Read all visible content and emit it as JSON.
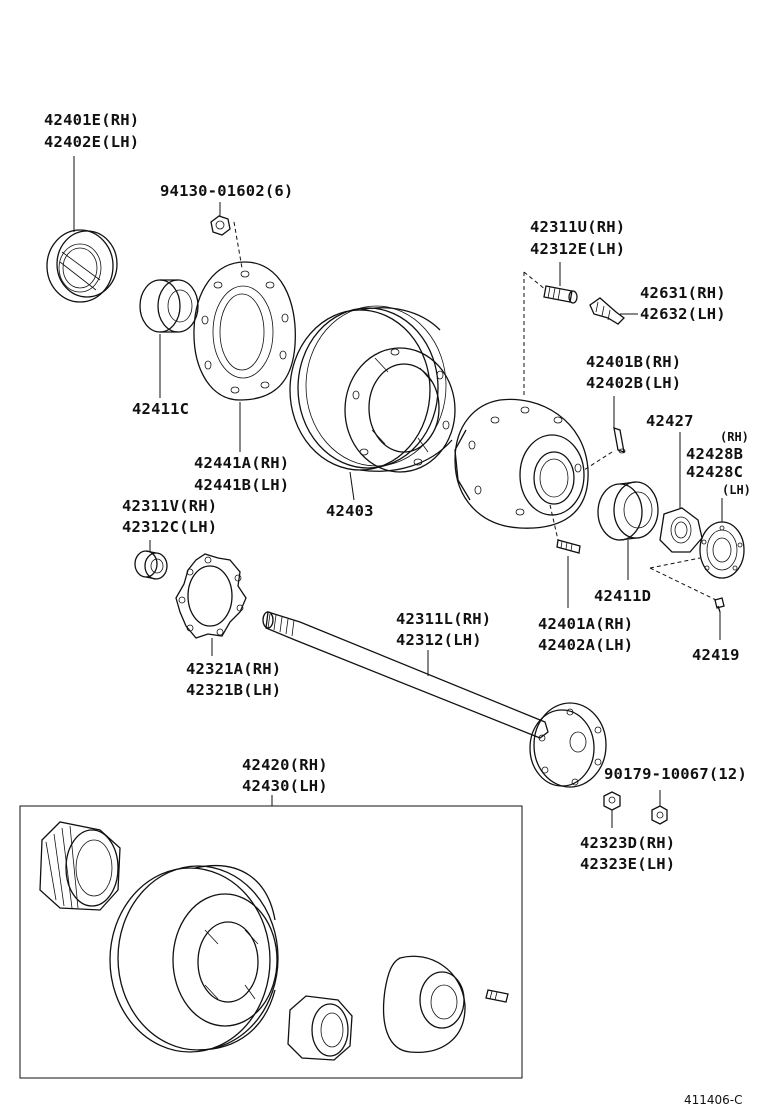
{
  "labels": {
    "seal_outer": [
      "42401E(RH)",
      "42402E(LH)"
    ],
    "hub_nut": "94130-01602(6)",
    "bearing_outer": "42411C",
    "seal_gasket": [
      "42441A(RH)",
      "42441B(LH)"
    ],
    "drum": "42403",
    "hub_bolt_top": [
      "42311U(RH)",
      "42312E(LH)"
    ],
    "stud_right": [
      "42631(RH)",
      "42632(LH)"
    ],
    "pin": [
      "42401B(RH)",
      "42402B(LH)"
    ],
    "washer": "42427",
    "cap": [
      "(RH)",
      "42428B",
      "42428C",
      "(LH)"
    ],
    "cup_left": [
      "42311V(RH)",
      "42312C(LH)"
    ],
    "bearing_inner": "42411D",
    "axle_shaft": [
      "42311L(RH)",
      "42312(LH)"
    ],
    "hub_stud": [
      "42401A(RH)",
      "42402A(LH)"
    ],
    "screw": "42419",
    "gasket_star": [
      "42321A(RH)",
      "42321B(LH)"
    ],
    "hub_assy": [
      "42420(RH)",
      "42430(LH)"
    ],
    "axle_nut": "90179-10067(12)",
    "wheel_nut": [
      "42323D(RH)",
      "42323E(LH)"
    ],
    "ref_code": "411406-C"
  }
}
